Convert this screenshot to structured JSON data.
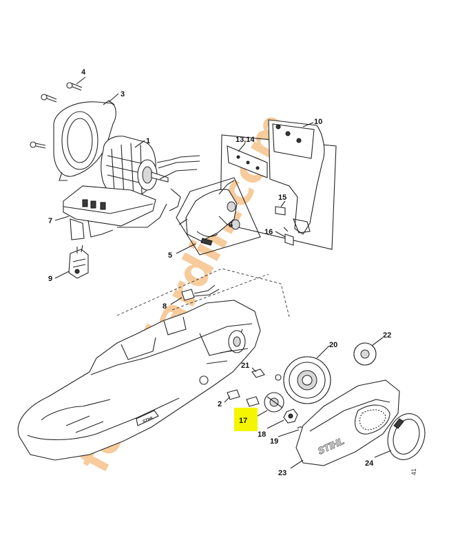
{
  "diagram": {
    "parts": [
      {
        "label": "4"
      },
      {
        "label": "3"
      },
      {
        "label": "1"
      },
      {
        "label": "7"
      },
      {
        "label": "9"
      },
      {
        "label": "10"
      },
      {
        "label": "13,14"
      },
      {
        "label": "15"
      },
      {
        "label": "16"
      },
      {
        "label": "6"
      },
      {
        "label": "5"
      },
      {
        "label": "8"
      },
      {
        "label": "20"
      },
      {
        "label": "22"
      },
      {
        "label": "21"
      },
      {
        "label": "2"
      },
      {
        "label": "17"
      },
      {
        "label": "18"
      },
      {
        "label": "19"
      },
      {
        "label": "23"
      },
      {
        "label": "24"
      }
    ],
    "highlighted_part": "17",
    "corner_code": "41",
    "brand_marks": [
      "STIHL",
      "STIHL"
    ],
    "highlight_color": "#f5f500"
  },
  "watermark": {
    "text": "forestjardin.com",
    "colors": {
      "orange": "#f2a14a",
      "green": "#b6d87c",
      "olive": "#c8c08e"
    }
  }
}
